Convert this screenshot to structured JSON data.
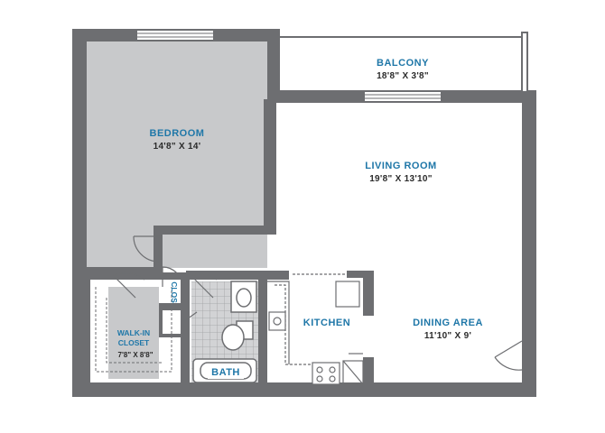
{
  "colors": {
    "wall": "#6d6e71",
    "bedroom_fill": "#c8c9cb",
    "label_blue": "#1f77a8",
    "label_dark": "#2b2b2b",
    "bath_tile": "#c4c5c7"
  },
  "rooms": {
    "balcony": {
      "name": "BALCONY",
      "dims": "18'8\" X 3'8\""
    },
    "bedroom": {
      "name": "BEDROOM",
      "dims": "14'8\" X 14'"
    },
    "living_room": {
      "name": "LIVING ROOM",
      "dims": "19'8\" X 13'10\""
    },
    "kitchen": {
      "name": "KITCHEN"
    },
    "dining_area": {
      "name": "DINING AREA",
      "dims": "11'10\" X 9'"
    },
    "walk_in_closet": {
      "name_line1": "WALK-IN",
      "name_line2": "CLOSET",
      "dims": "7'8\" X 8'8\""
    },
    "closet": {
      "name": "CLOS"
    },
    "bath": {
      "name": "BATH"
    }
  }
}
